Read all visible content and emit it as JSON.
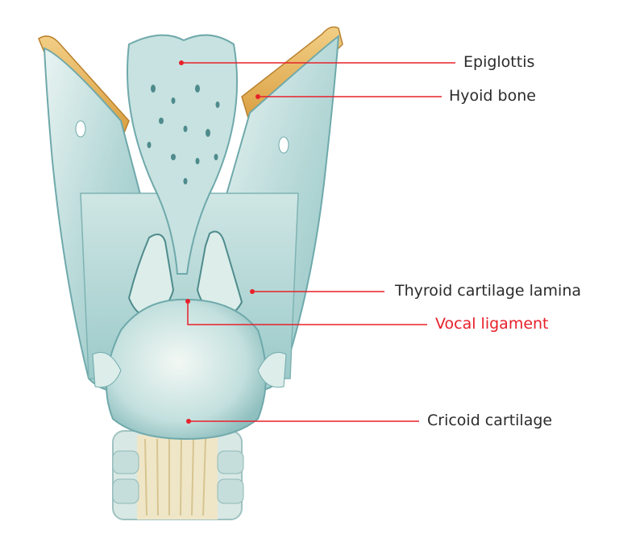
{
  "diagram": {
    "subject": "Larynx, posterior view",
    "colors": {
      "leader_line": "#e8202a",
      "label_text": "#2b2b2b",
      "highlight_text": "#e8202a",
      "cartilage": "#bcdcdc",
      "cartilage_dark": "#6fa9ab",
      "bone": "#e0a94a"
    },
    "labels": [
      {
        "id": "epiglottis",
        "text": "Epiglottis",
        "highlighted": false
      },
      {
        "id": "hyoid",
        "text": "Hyoid bone",
        "highlighted": false
      },
      {
        "id": "thyroid",
        "text": "Thyroid cartilage lamina",
        "highlighted": false
      },
      {
        "id": "vocal",
        "text": "Vocal ligament",
        "highlighted": true
      },
      {
        "id": "cricoid",
        "text": "Cricoid cartilage",
        "highlighted": false
      }
    ]
  }
}
